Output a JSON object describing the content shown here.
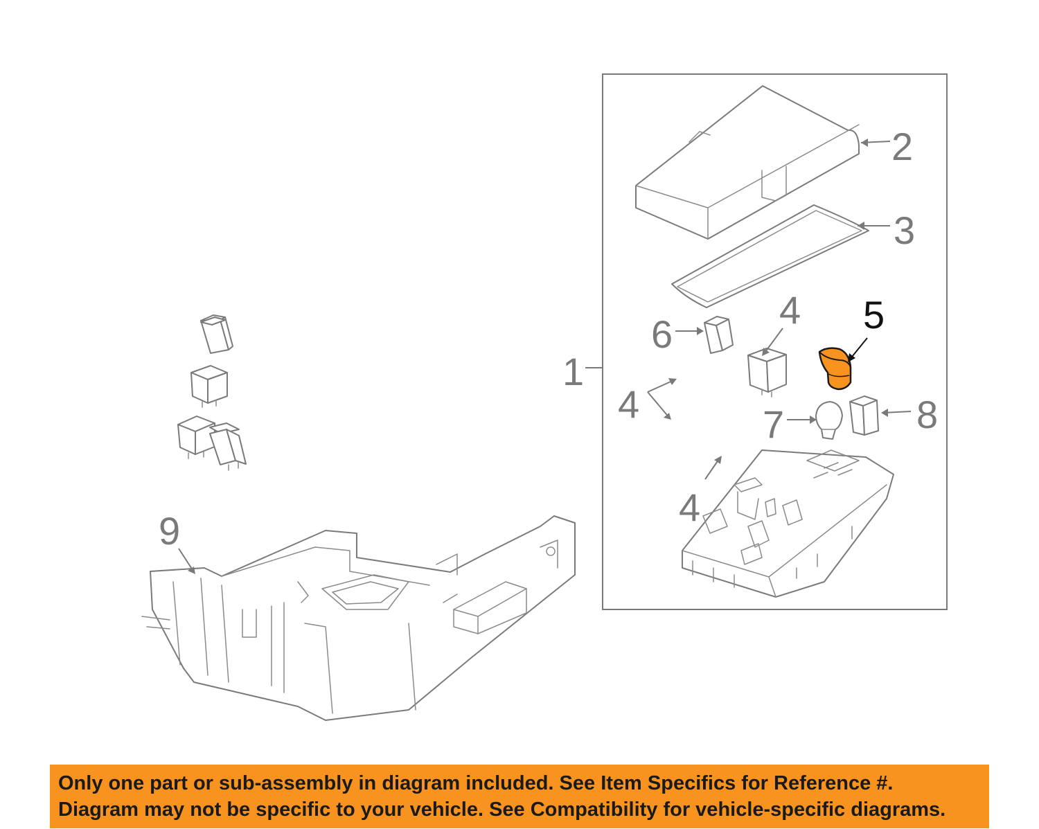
{
  "callouts": {
    "c1": "1",
    "c2": "2",
    "c3": "3",
    "c4_top": "4",
    "c4_left": "4",
    "c4_bottom": "4",
    "c5": "5",
    "c6": "6",
    "c7": "7",
    "c8": "8",
    "c9": "9"
  },
  "highlighted_part": "5",
  "colors": {
    "highlight_fill": "#f7931e",
    "banner_bg": "#f7931e",
    "line": "#7a7a7a"
  },
  "banner": {
    "line1": "Only one part or sub-assembly in diagram included. See Item Specifics for Reference #.",
    "line2": "Diagram may not be specific to your vehicle. See Compatibility for vehicle-specific diagrams."
  }
}
